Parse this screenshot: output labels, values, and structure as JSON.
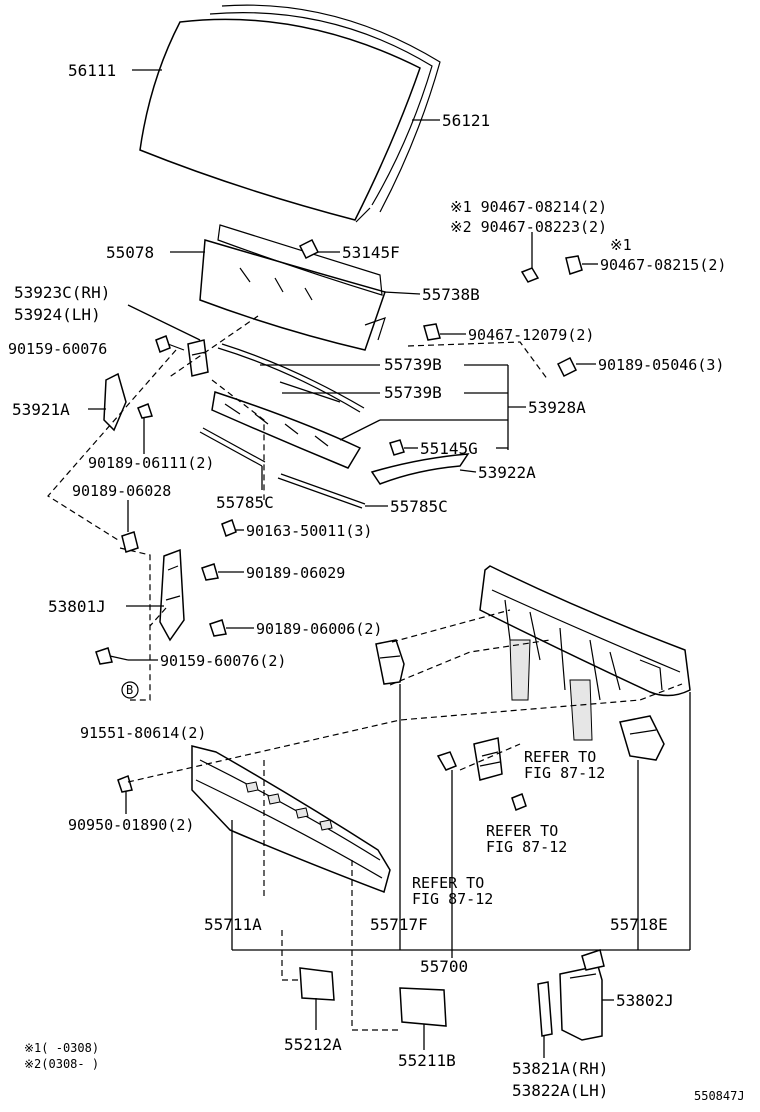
{
  "labels": {
    "p56111": "56111",
    "p56121": "56121",
    "p55078": "55078",
    "p53145f": "53145F",
    "note_90467_08214": "※1 90467-08214(2)",
    "note_90467_08223": "※2 90467-08223(2)",
    "mark_1": "※1",
    "p90467_08215": "90467-08215(2)",
    "p53923c": "53923C(RH)",
    "p53924": "53924(LH)",
    "p55738b": "55738B",
    "p90159_60076_a": "90159-60076",
    "p90467_12079": "90467-12079(2)",
    "p55739b_1": "55739B",
    "p90189_05046": "90189-05046(3)",
    "p55739b_2": "55739B",
    "p53921a": "53921A",
    "p53928a": "53928A",
    "p55145g": "55145G",
    "p90189_06111": "90189-06111(2)",
    "p53922a": "53922A",
    "p90189_06028": "90189-06028",
    "p55785c_1": "55785C",
    "p55785c_2": "55785C",
    "p90163_50011": "90163-50011(3)",
    "p90189_06029": "90189-06029",
    "p53801j": "53801J",
    "p90189_06006": "90189-06006(2)",
    "p90159_60076_b": "90159-60076(2)",
    "b_mark": "B",
    "p91551_80614": "91551-80614(2)",
    "refer_1a": "REFER TO",
    "refer_1b": "FIG 87-12",
    "refer_2a": "REFER TO",
    "refer_2b": "FIG 87-12",
    "p90950_01890": "90950-01890(2)",
    "refer_3a": "REFER TO",
    "refer_3b": "FIG 87-12",
    "p55711a": "55711A",
    "p55717f": "55717F",
    "p55718e": "55718E",
    "p55700": "55700",
    "p53802j": "53802J",
    "p55212a": "55212A",
    "p55211b": "55211B",
    "p53821a": "53821A(RH)",
    "p53822a": "53822A(LH)",
    "foot_1": "※1(    -0308)",
    "foot_2": "※2(0308-    )",
    "code": "550847J"
  }
}
